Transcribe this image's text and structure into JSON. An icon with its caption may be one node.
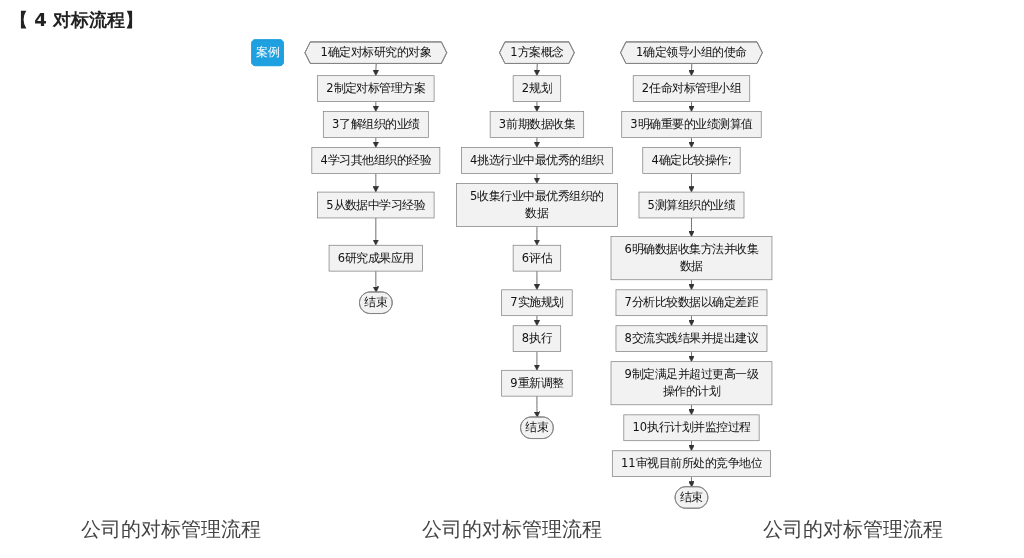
{
  "diagram": {
    "title": "【 4 对标流程】",
    "nodes": [
      {
        "text": [
          "案例"
        ]
      },
      {
        "text": [
          "1确定对标研究的对象"
        ]
      },
      {
        "text": [
          "2制定对标管理方案"
        ]
      },
      {
        "text": [
          "3了解组织的业绩"
        ]
      },
      {
        "text": [
          "4学习其他组织的经验"
        ]
      },
      {
        "text": [
          "5从数据中学习经验"
        ]
      },
      {
        "text": [
          "6研究成果应用"
        ]
      },
      {
        "text": [
          "结束"
        ]
      },
      {
        "text": [
          "1方案概念"
        ]
      },
      {
        "text": [
          "2规划"
        ]
      },
      {
        "text": [
          "3前期数据收集"
        ]
      },
      {
        "text": [
          "4挑选行业中最优秀的组织"
        ]
      },
      {
        "text": [
          "5收集行业中最优秀组织的数据"
        ]
      },
      {
        "text": [
          "6评估"
        ]
      },
      {
        "text": [
          "7实施规划"
        ]
      },
      {
        "text": [
          "8执行"
        ]
      },
      {
        "text": [
          "9重新调整"
        ]
      },
      {
        "text": [
          "结束"
        ]
      },
      {
        "text": [
          "1确定领导小组的使命"
        ]
      },
      {
        "text": [
          "2任命对标管理小组"
        ]
      },
      {
        "text": [
          "3明确重要的业绩测算值"
        ]
      },
      {
        "text": [
          "4确定比较操作;"
        ]
      },
      {
        "text": [
          "5测算组织的业绩"
        ]
      },
      {
        "text": [
          "6明确数据收集方法并收集数据"
        ]
      },
      {
        "text": [
          "7分析比较数据以确定差距"
        ]
      },
      {
        "text": [
          "8交流实践结果并提出建议"
        ]
      },
      {
        "text": [
          "9制定满足并超过更高一级操作的计划"
        ]
      },
      {
        "text": [
          "10执行计划并监控过程"
        ]
      },
      {
        "text": [
          "11审视目前所处的竞争地位"
        ]
      },
      {
        "text": [
          "结束"
        ]
      }
    ],
    "edges": [
      {
        "from": 1,
        "to": 2,
        "arrow": "to"
      },
      {
        "from": 2,
        "to": 3,
        "arrow": "to"
      },
      {
        "from": 3,
        "to": 4,
        "arrow": "to"
      },
      {
        "from": 4,
        "to": 5,
        "arrow": "to"
      },
      {
        "from": 5,
        "to": 6,
        "arrow": "to"
      },
      {
        "from": 6,
        "to": 7,
        "arrow": "to"
      },
      {
        "from": 8,
        "to": 9,
        "arrow": "to"
      },
      {
        "from": 9,
        "to": 10,
        "arrow": "to"
      },
      {
        "from": 10,
        "to": 11,
        "arrow": "to"
      },
      {
        "from": 11,
        "to": 12,
        "arrow": "to"
      },
      {
        "from": 12,
        "to": 13,
        "arrow": "to"
      },
      {
        "from": 13,
        "to": 14,
        "arrow": "to"
      },
      {
        "from": 14,
        "to": 15,
        "arrow": "to"
      },
      {
        "from": 15,
        "to": 16,
        "arrow": "to"
      },
      {
        "from": 16,
        "to": 17,
        "arrow": "to"
      },
      {
        "from": 18,
        "to": 19,
        "arrow": "to"
      },
      {
        "from": 19,
        "to": 20,
        "arrow": "to"
      },
      {
        "from": 20,
        "to": 21,
        "arrow": "to"
      },
      {
        "from": 21,
        "to": 22,
        "arrow": "to"
      },
      {
        "from": 22,
        "to": 23,
        "arrow": "to"
      },
      {
        "from": 23,
        "to": 24,
        "arrow": "to"
      },
      {
        "from": 24,
        "to": 25,
        "arrow": "to"
      },
      {
        "from": 25,
        "to": 26,
        "arrow": "to"
      },
      {
        "from": 26,
        "to": 27,
        "arrow": "to"
      },
      {
        "from": 27,
        "to": 28,
        "arrow": "to"
      },
      {
        "from": 28,
        "to": 29,
        "arrow": "to"
      }
    ],
    "labels": [
      "公司的对标管理流程",
      "公司的对标管理流程",
      "公司的对标管理流程"
    ]
  }
}
